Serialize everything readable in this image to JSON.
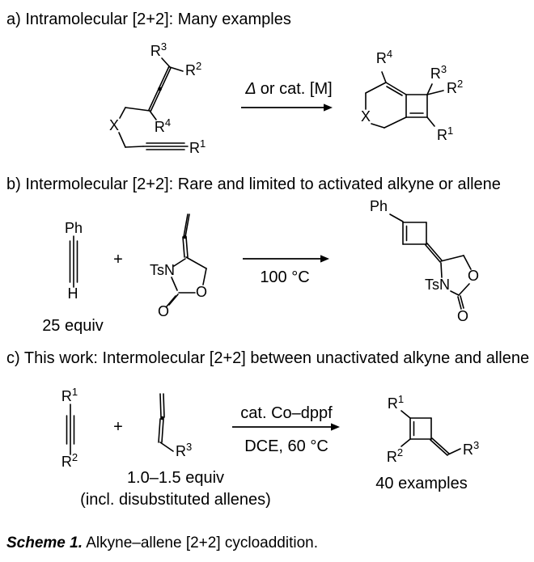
{
  "background": "#ffffff",
  "ink": "#000000",
  "panel_a": {
    "header": "a) Intramolecular [2+2]: Many examples",
    "substituents": {
      "r1": {
        "base": "R",
        "sup": "1"
      },
      "r2": {
        "base": "R",
        "sup": "2"
      },
      "r3": {
        "base": "R",
        "sup": "3"
      },
      "r4": {
        "base": "R",
        "sup": "4"
      },
      "x": "X"
    },
    "arrow": {
      "delta": "Δ",
      "conditions": "or cat. [M]"
    }
  },
  "panel_b": {
    "header": "b) Intermolecular [2+2]: Rare and limited to activated alkyne or allene",
    "alkyne": {
      "top": "Ph",
      "bottom": "H",
      "equiv": "25 equiv"
    },
    "plus": "+",
    "allene": {
      "n": "TsN",
      "ring_o": "O",
      "carbonyl_o": "O"
    },
    "arrow": {
      "conditions": "100 °C"
    },
    "product": {
      "ph": "Ph",
      "n": "TsN",
      "ring_o": "O",
      "carbonyl_o": "O"
    }
  },
  "panel_c": {
    "header": "c) This work: Intermolecular [2+2] between unactivated alkyne and allene",
    "alkyne": {
      "top": {
        "base": "R",
        "sup": "1"
      },
      "bottom": {
        "base": "R",
        "sup": "2"
      }
    },
    "plus": "+",
    "allene": {
      "r3": {
        "base": "R",
        "sup": "3"
      },
      "equiv": "1.0–1.5 equiv",
      "note": "(incl. disubstituted allenes)"
    },
    "arrow": {
      "above": "cat. Co–dppf",
      "below": "DCE, 60 °C"
    },
    "product": {
      "r1": {
        "base": "R",
        "sup": "1"
      },
      "r2": {
        "base": "R",
        "sup": "2"
      },
      "r3": {
        "base": "R",
        "sup": "3"
      },
      "examples": "40 examples"
    }
  },
  "caption": {
    "label": "Scheme 1.",
    "text": "Alkyne–allene [2+2] cycloaddition."
  }
}
